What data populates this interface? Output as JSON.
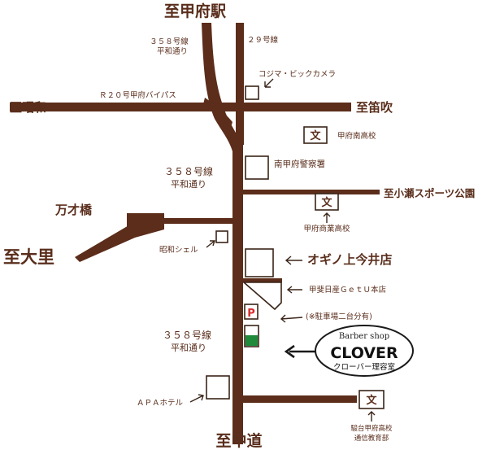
{
  "directions": {
    "north": "至甲府駅",
    "south": "至中道",
    "west_upper": "至昭和",
    "east_upper": "至笛吹",
    "east_mid": "至小瀬スポーツ公園",
    "west_lower": "至大里"
  },
  "roads": {
    "route358_top": [
      "３５８号線",
      "平和通り"
    ],
    "route29": "２９号線",
    "bypass": "Ｒ２０号甲府バイパス",
    "route358_mid": [
      "３５８号線",
      "平和通り"
    ],
    "route358_low": [
      "３５８号線",
      "平和通り"
    ],
    "bridge": "万才橋"
  },
  "landmarks": {
    "kojima": "コジマ・ビックカメラ",
    "school_south": "甲府南高校",
    "police": "南甲府警察署",
    "school_commerce": "甲府商業高校",
    "shell": "昭和シェル",
    "ogino": "オギノ上今井店",
    "nissan": "甲斐日産ＧｅｔＵ本店",
    "parking": "(※駐車場二台分有)",
    "apa": "ＡＰＡホテル",
    "school_sundai": [
      "駿台甲府高校",
      "通信教育部"
    ],
    "school_symbol": "文",
    "parking_symbol": "P"
  },
  "shop": {
    "tagline": "Barber shop",
    "name": "CLOVER",
    "subtitle": "クローバー理容室"
  },
  "colors": {
    "road": "#5b2d1a",
    "text": "#5a2e1c",
    "parking": "#d62a2a",
    "shop_marker": "#1f8a3a"
  }
}
